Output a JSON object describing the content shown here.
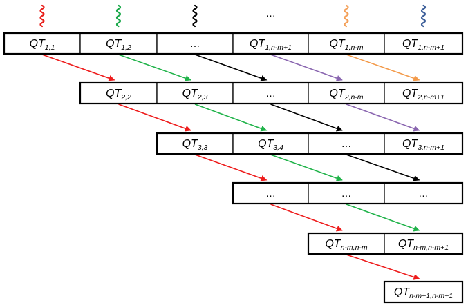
{
  "diagram": {
    "rows": [
      {
        "cells": [
          {
            "base": "QT",
            "sub": "1,1"
          },
          {
            "base": "QT",
            "sub": "1,2"
          },
          {
            "text": "…"
          },
          {
            "base": "QT",
            "sub": "1,n-m+1"
          },
          {
            "base": "QT",
            "sub": "1,n-m"
          },
          {
            "base": "QT",
            "sub": "1,n-m+1"
          }
        ]
      },
      {
        "cells": [
          {
            "base": "QT",
            "sub": "2,2"
          },
          {
            "base": "QT",
            "sub": "2,3"
          },
          {
            "text": "…"
          },
          {
            "base": "QT",
            "sub": "2,n-m"
          },
          {
            "base": "QT",
            "sub": "2,n-m+1"
          }
        ]
      },
      {
        "cells": [
          {
            "base": "QT",
            "sub": "3,3"
          },
          {
            "base": "QT",
            "sub": "3,4"
          },
          {
            "text": "…"
          },
          {
            "base": "QT",
            "sub": "3,n-m+1"
          }
        ]
      },
      {
        "cells": [
          {
            "text": "…"
          },
          {
            "text": "…"
          },
          {
            "text": "…"
          }
        ]
      },
      {
        "cells": [
          {
            "base": "QT",
            "sub": "n-m,n-m"
          },
          {
            "base": "QT",
            "sub": "n-m,n-m+1"
          }
        ]
      },
      {
        "cells": [
          {
            "base": "QT",
            "sub": "n-m+1,n-m+1"
          }
        ]
      }
    ],
    "top_markers": [
      {
        "kind": "wave",
        "color": "#e8201c"
      },
      {
        "kind": "wave",
        "color": "#1aa84a"
      },
      {
        "kind": "wave",
        "color": "#000000"
      },
      {
        "kind": "text",
        "text": "…"
      },
      {
        "kind": "wave",
        "color": "#f4a15a"
      },
      {
        "kind": "wave",
        "color": "#3d5f9a"
      }
    ],
    "arrow_colors": [
      "#ee1c1c",
      "#20b34a",
      "#000000",
      "#8a66b0",
      "#f39a4a"
    ]
  }
}
